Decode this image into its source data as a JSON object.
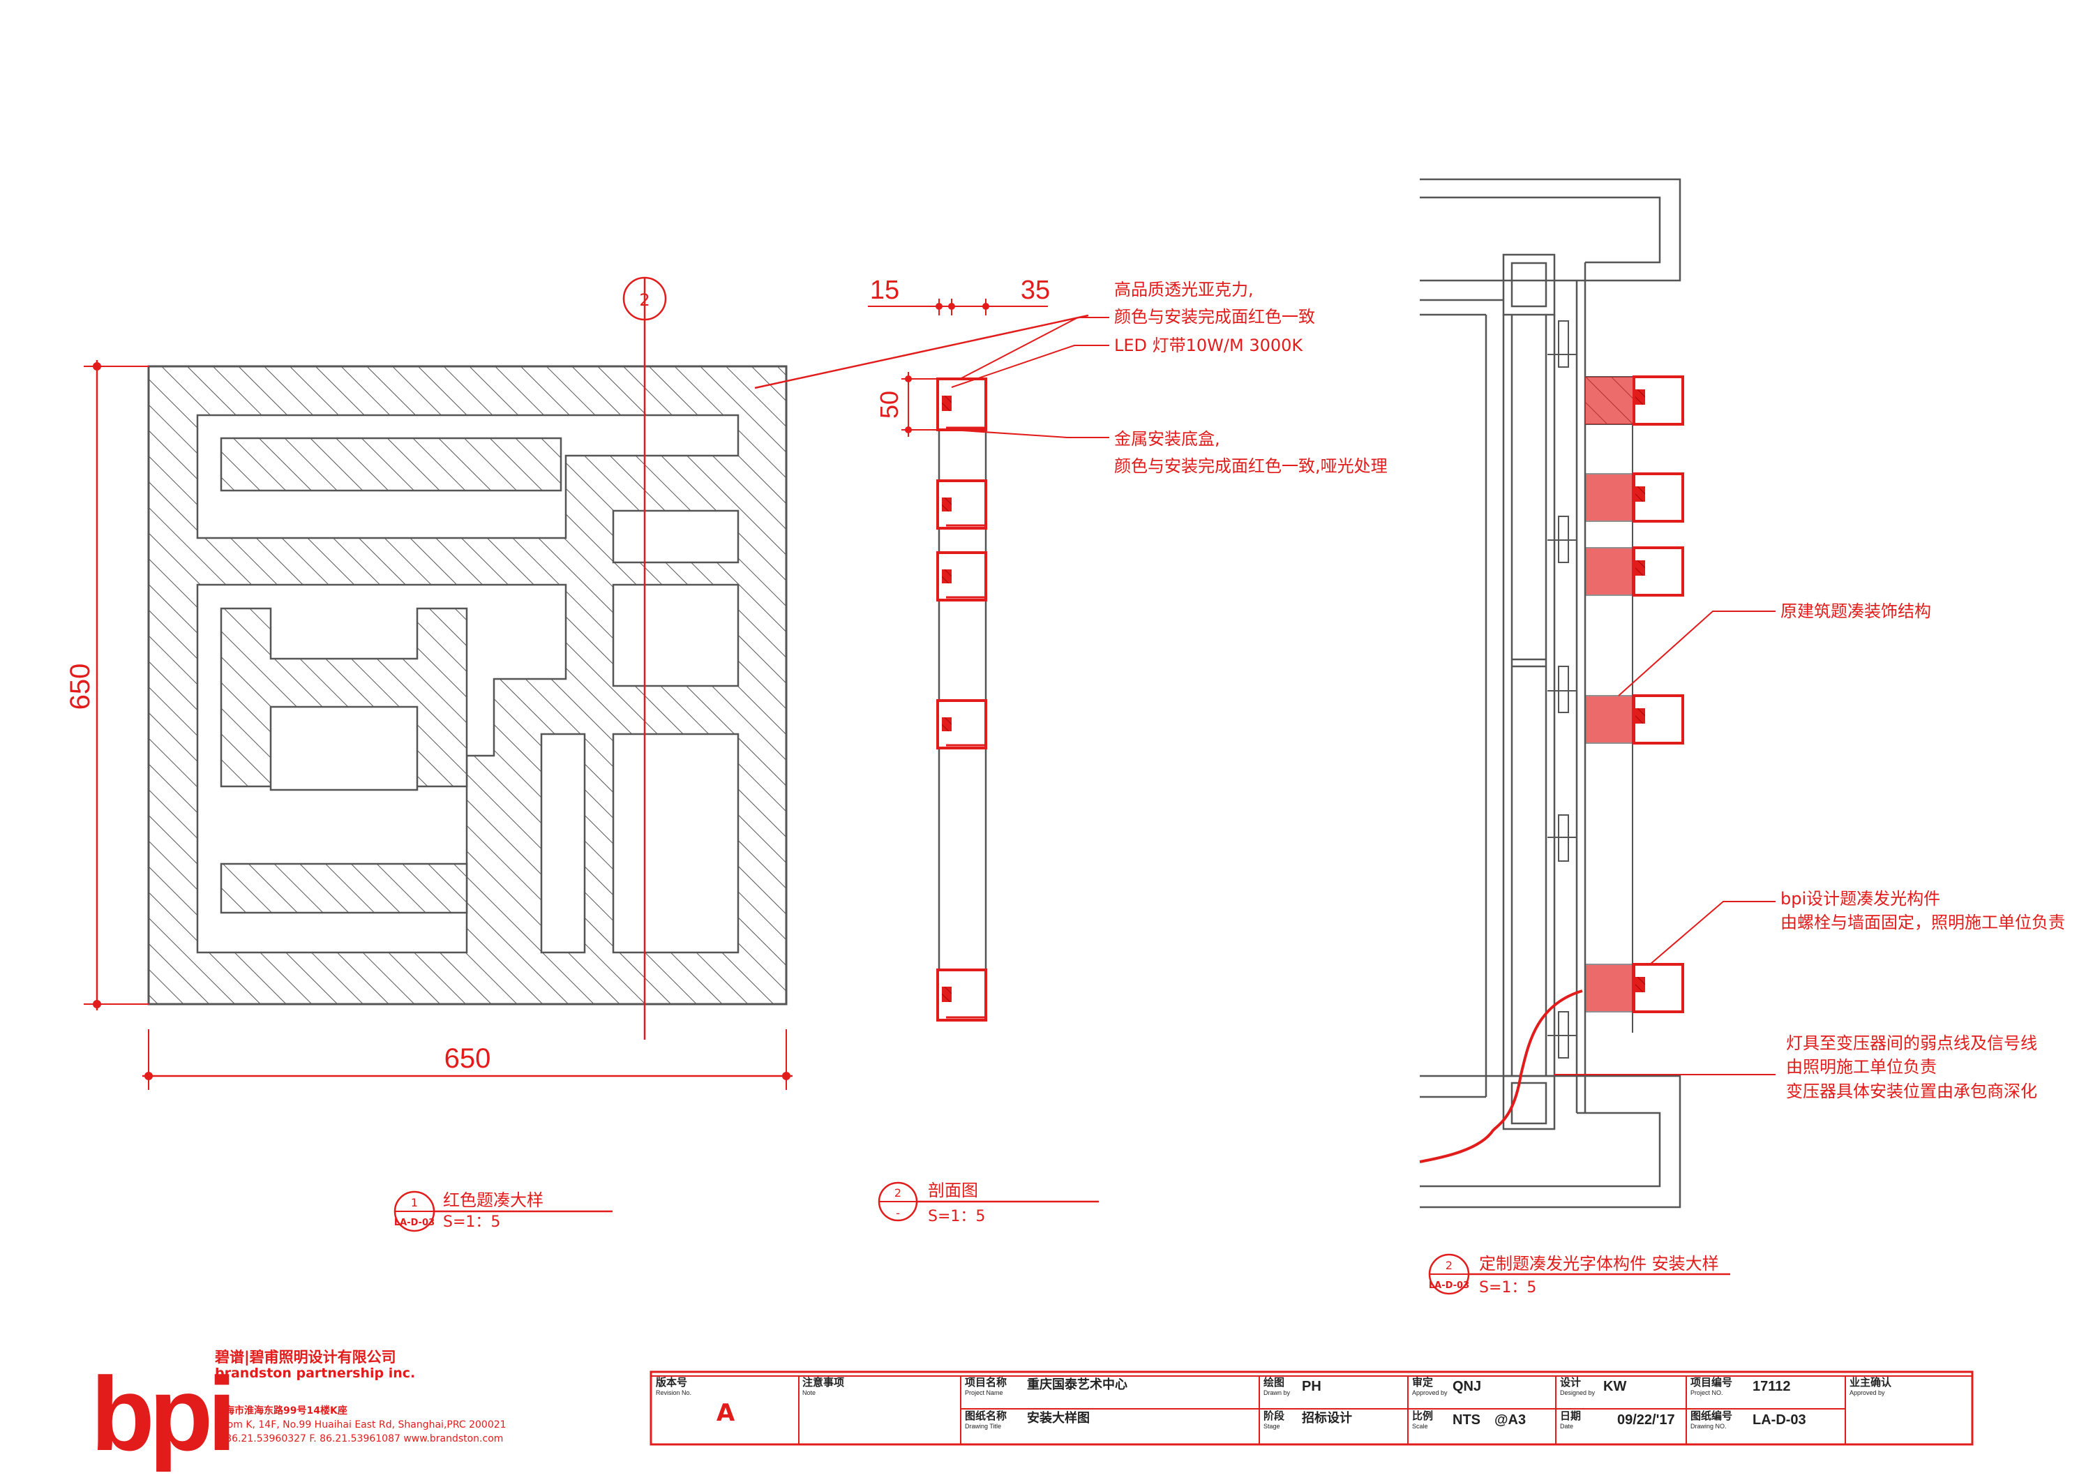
{
  "colors": {
    "accent": "#e21b1b",
    "linework": "#555555"
  },
  "detail1": {
    "dim_height": "650",
    "dim_width": "650",
    "marker_num": "1",
    "marker_sheet": "LA-D-03",
    "title": "红色题凑大样",
    "scale": "S=1：5",
    "section_marker": "2"
  },
  "detail2": {
    "dim_15": "15",
    "dim_35": "35",
    "dim_50": "50",
    "note_acrylic_1": "高品质透光亚克力,",
    "note_acrylic_2": "颜色与安装完成面红色一致",
    "note_led": "LED 灯带10W/M 3000K",
    "note_box_1": "金属安装底盒,",
    "note_box_2": "颜色与安装完成面红色一致,哑光处理",
    "marker_num": "2",
    "marker_sheet": "-",
    "title": "剖面图",
    "scale": "S=1：5"
  },
  "detail3": {
    "note_structure": "原建筑题凑装饰结构",
    "note_bpi_1": "bpi设计题凑发光构件",
    "note_bpi_2": "由螺栓与墙面固定，照明施工单位负责",
    "note_wire_1": "灯具至变压器间的弱点线及信号线",
    "note_wire_2": "由照明施工单位负责",
    "note_wire_3": "变压器具体安装位置由承包商深化",
    "marker_num": "2",
    "marker_sheet": "LA-D-03",
    "title": "定制题凑发光字体构件 安装大样",
    "scale": "S=1：5"
  },
  "company": {
    "logo": "bpi",
    "name_cn": "碧谱|碧甫照明设计有限公司",
    "name_en": "brandston partnership inc.",
    "address_cn": "上海市淮海东路99号14楼K座",
    "address_en": "Room K, 14F, No.99 Huaihai East Rd, Shanghai,PRC 200021",
    "contact": "P. 86.21.53960327  F. 86.21.53961087  www.brandston.com"
  },
  "titleblock": {
    "revision_label": "版本号",
    "revision_sub": "Revision No.",
    "revision": "A",
    "note_label": "注意事项",
    "note_sub": "Note",
    "project_label": "项目名称",
    "project_sub": "Project Name",
    "project": "重庆国泰艺术中心",
    "drawing_label": "图纸名称",
    "drawing_sub": "Drawing Title",
    "drawing": "安装大样图",
    "drawn_label": "绘图",
    "drawn_sub": "Drawn by",
    "drawn": "PH",
    "stage_label": "阶段",
    "stage_sub": "Stage",
    "stage": "招标设计",
    "approved_label": "审定",
    "approved_sub": "Approved by",
    "approved": "QNJ",
    "scale_label": "比例",
    "scale_sub": "Scale",
    "scale": "NTS",
    "paper": "@A3",
    "designed_label": "设计",
    "designed_sub": "Designed by",
    "designed": "KW",
    "date_label": "日期",
    "date_sub": "Date",
    "date": "09/22/'17",
    "projno_label": "项目编号",
    "projno_sub": "Project NO.",
    "projno": "17112",
    "drawno_label": "图纸编号",
    "drawno_sub": "Drawing NO.",
    "drawno": "LA-D-03",
    "owner_label": "业主确认",
    "owner_sub": "Approved by"
  }
}
